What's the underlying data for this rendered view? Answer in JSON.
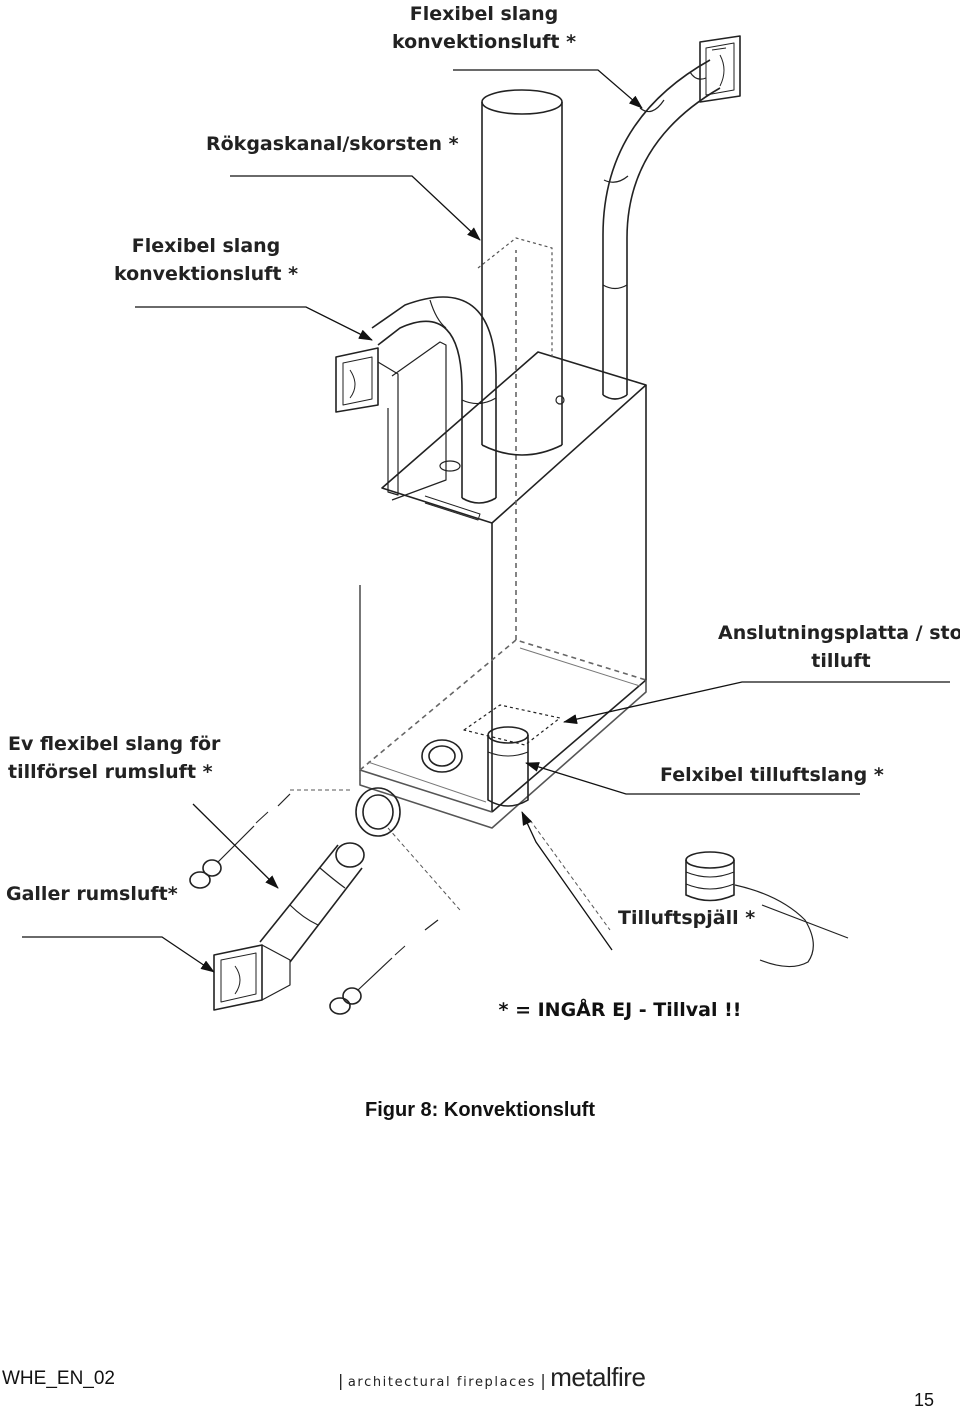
{
  "labels": {
    "flex_top": [
      "Flexibel slang",
      "konvektionsluft *"
    ],
    "flue": "Rökgaskanal/skorsten *",
    "flex_left": [
      "Flexibel slang",
      "konvektionsluft *"
    ],
    "connection_plate": [
      "Anslutningsplatta / stos",
      "tilluft"
    ],
    "optional_hose": [
      "Ev flexibel slang för",
      "tillförsel rumsluft *"
    ],
    "supply_hose": "Felxibel tilluftslang *",
    "room_grille": "Galler rumsluft*",
    "damper": "Tilluftspjäll *"
  },
  "note": "* = INGÅR EJ - Tillval !!",
  "caption": "Figur 8: Konvektionsluft",
  "footer": {
    "doc_id": "WHE_EN_02",
    "tagline": "architectural fireplaces",
    "brand": "metalfire",
    "page": "15"
  }
}
